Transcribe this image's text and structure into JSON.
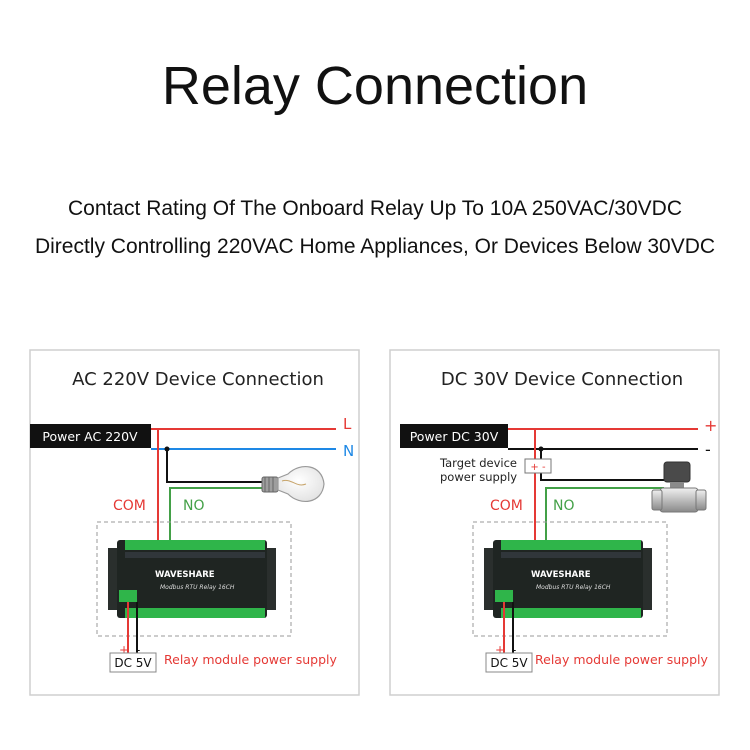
{
  "page": {
    "title": "Relay Connection",
    "subtitle_line1": "Contact Rating Of The Onboard Relay Up To 10A 250VAC/30VDC",
    "subtitle_line2": "Directly Controlling 220VAC Home Appliances, Or Devices Below 30VDC"
  },
  "ac_panel": {
    "heading": "AC 220V Device Connection",
    "power_label": "Power AC 220V",
    "line_label": "L",
    "neutral_label": "N",
    "com_label": "COM",
    "no_label": "NO",
    "supply_plus": "+",
    "supply_minus": "-",
    "supply_label": "DC 5V",
    "supply_caption": "Relay module power supply"
  },
  "dc_panel": {
    "heading": "DC 30V Device Connection",
    "power_label": "Power DC 30V",
    "plus_label": "+",
    "minus_label": "-",
    "target_line1": "Target device",
    "target_line2": "power supply",
    "target_symbol": "+ -",
    "com_label": "COM",
    "no_label": "NO",
    "supply_plus": "+",
    "supply_minus": "-",
    "supply_label": "DC 5V",
    "supply_caption": "Relay module power supply"
  },
  "module": {
    "brand": "WAVESHARE",
    "model": "Modbus RTU Relay 16CH"
  },
  "colors": {
    "red": "#e53935",
    "blue": "#1e88e5",
    "green": "#43a047",
    "black": "#111111",
    "module_body": "#1f2522",
    "terminal_green": "#2fb54a",
    "panel_border": "#cfcfcf"
  }
}
